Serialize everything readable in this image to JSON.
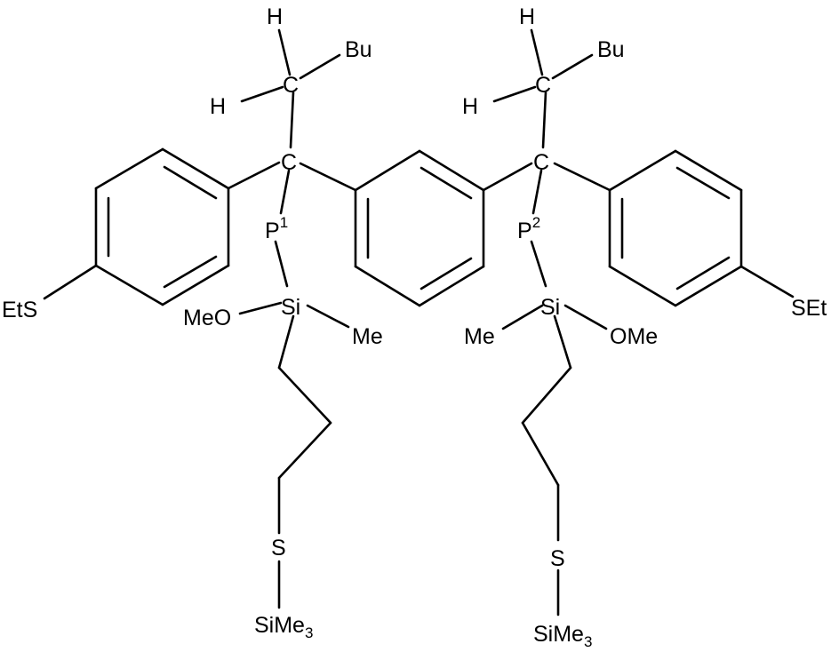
{
  "labels": {
    "h_top_left": "H",
    "h_mid_left": "H",
    "bu_left": "Bu",
    "c_ch2_left": "C",
    "c_quat_left": "C",
    "p1_symbol": "P",
    "p1_index": "1",
    "set_left": "EtS",
    "si_left": "Si",
    "meo_left": "MeO",
    "me_left": "Me",
    "s_left": "S",
    "simethyl_left": "SiMe",
    "simethyl_left_sub": "3",
    "h_top_right": "H",
    "h_mid_right": "H",
    "bu_right": "Bu",
    "c_ch2_right": "C",
    "c_quat_right": "C",
    "p2_symbol": "P",
    "p2_index": "2",
    "set_right": "SEt",
    "si_right": "Si",
    "me_right": "Me",
    "ome_right": "OMe",
    "s_right": "S",
    "simethyl_right": "SiMe",
    "simethyl_right_sub": "3"
  },
  "colors": {
    "ink": "#000000",
    "background": "#ffffff"
  }
}
